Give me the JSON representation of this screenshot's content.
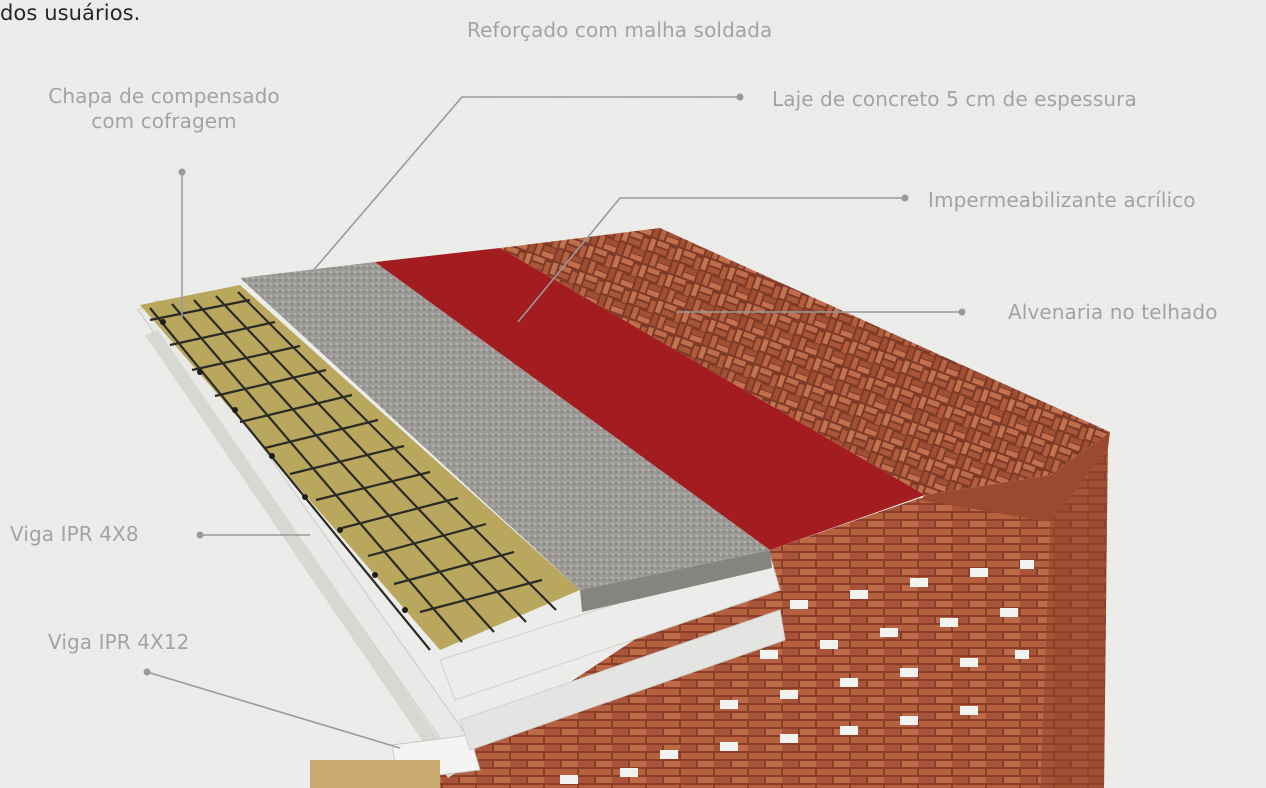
{
  "intro_text": "dos usuários.",
  "labels": {
    "reforcado": "Reforçado com malha soldada",
    "laje": "Laje de concreto 5 cm de espessura",
    "chapa_line1": "Chapa de compensado",
    "chapa_line2": "com cofragem",
    "impermeabilizante": "Impermeabilizante acrílico",
    "alvenaria": "Alvenaria no telhado",
    "viga_4x8": "Viga IPR 4X8",
    "viga_4x12": "Viga IPR 4X12"
  },
  "colors": {
    "background": "#ececea",
    "label_text": "#a3a3a3",
    "leader_line": "#9a9a9a",
    "plywood": "#b8a55c",
    "concrete": "#9a9896",
    "waterproofing": "#a21c20",
    "brick": "#b0583a",
    "steel": "#e6e6e4"
  }
}
